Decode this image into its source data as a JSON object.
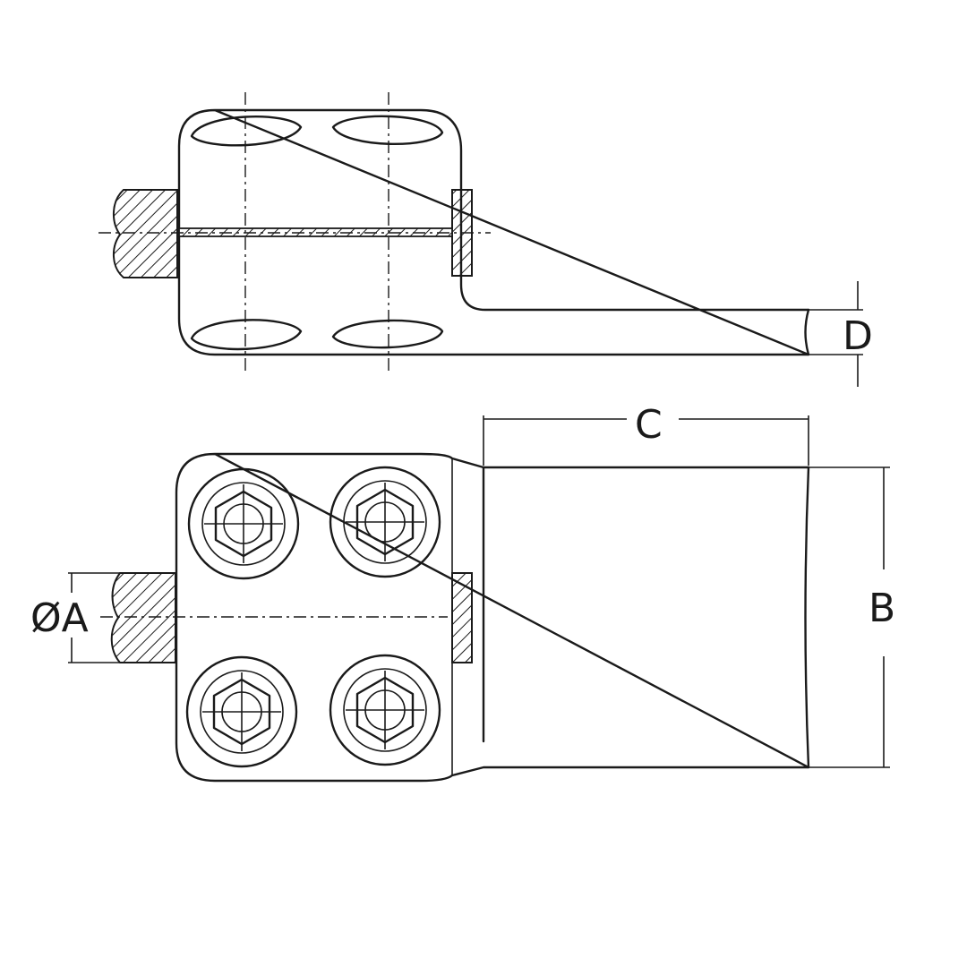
{
  "labels": {
    "dim_a": "ØA",
    "dim_b": "B",
    "dim_c": "C",
    "dim_d": "D"
  },
  "colors": {
    "line": "#1a1a1a",
    "background": "#ffffff"
  }
}
